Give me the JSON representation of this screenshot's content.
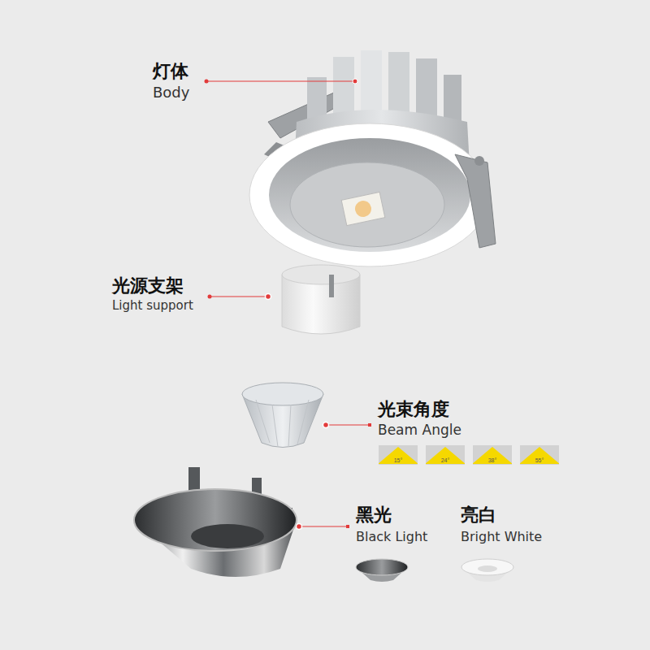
{
  "diagram": {
    "nodes": [
      {
        "text": [
          "15°"
        ]
      },
      {
        "text": [
          "24°"
        ]
      },
      {
        "text": [
          "38°"
        ]
      },
      {
        "text": [
          "55°"
        ]
      }
    ],
    "labels": [
      "灯体",
      "Body",
      "光源支架",
      "Light support",
      "光束角度",
      "Beam Angle",
      "黑光",
      "Black Light",
      "亮白",
      "Bright White"
    ]
  }
}
